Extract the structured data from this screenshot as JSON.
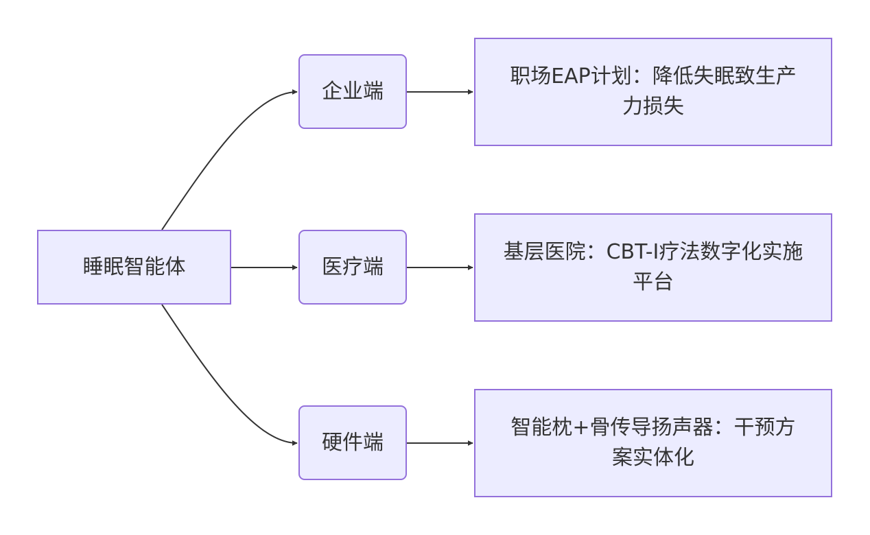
{
  "diagram": {
    "type": "flowchart",
    "direction": "left-to-right",
    "colors": {
      "node_fill": "#ececff",
      "node_border": "#9370db",
      "edge": "#333333",
      "text": "#333333",
      "background": "#ffffff"
    },
    "nodes": {
      "root": {
        "label": "睡眠智能体"
      },
      "enterprise": {
        "label": "企业端"
      },
      "medical": {
        "label": "医疗端"
      },
      "hardware": {
        "label": "硬件端"
      },
      "enterprise_detail": {
        "label": "职场EAP计划：降低失眠致生产力损失"
      },
      "medical_detail": {
        "label": "基层医院：CBT-I疗法数字化实施平台"
      },
      "hardware_detail": {
        "label": "智能枕+骨传导扬声器：干预方案实体化"
      }
    },
    "edges": [
      {
        "from": "root",
        "to": "enterprise"
      },
      {
        "from": "root",
        "to": "medical"
      },
      {
        "from": "root",
        "to": "hardware"
      },
      {
        "from": "enterprise",
        "to": "enterprise_detail"
      },
      {
        "from": "medical",
        "to": "medical_detail"
      },
      {
        "from": "hardware",
        "to": "hardware_detail"
      }
    ]
  }
}
